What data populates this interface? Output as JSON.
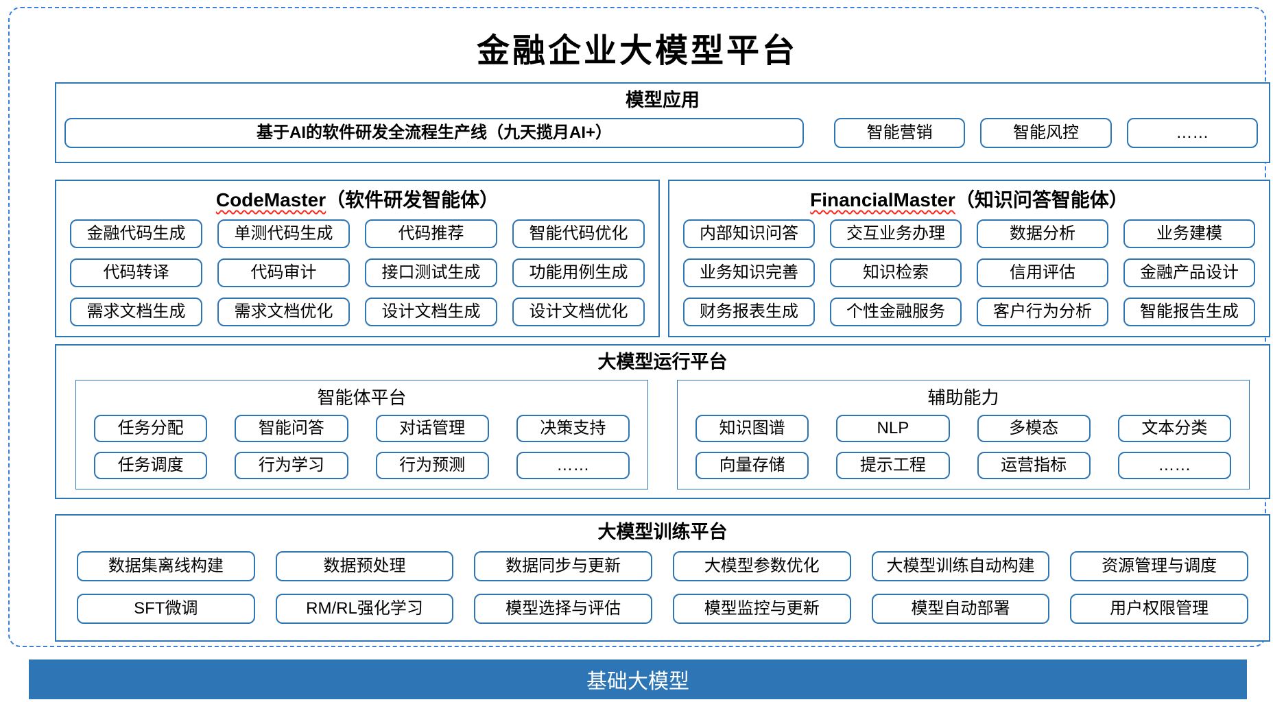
{
  "title": "金融企业大模型平台",
  "colors": {
    "box_border_blue": "#2e75b6",
    "dashed_frame_blue": "#3b7dd8",
    "spellcheck_underline_red": "#ff2a1e",
    "base_bar_bg": "#2e75b6",
    "base_bar_text": "#ffffff"
  },
  "sections": {
    "model_app": {
      "header": "模型应用",
      "main_item": "基于AI的软件研发全流程生产线（九天揽月AI+）",
      "items": [
        "智能营销",
        "智能风控",
        "……"
      ]
    },
    "agents": [
      {
        "name_en": "CodeMaster",
        "name_cn": "（软件研发智能体）",
        "rows": [
          [
            "金融代码生成",
            "单测代码生成",
            "代码推荐",
            "智能代码优化"
          ],
          [
            "代码转译",
            "代码审计",
            "接口测试生成",
            "功能用例生成"
          ],
          [
            "需求文档生成",
            "需求文档优化",
            "设计文档生成",
            "设计文档优化"
          ]
        ]
      },
      {
        "name_en": "FinancialMaster",
        "name_cn": "（知识问答智能体）",
        "rows": [
          [
            "内部知识问答",
            "交互业务办理",
            "数据分析",
            "业务建模"
          ],
          [
            "业务知识完善",
            "知识检索",
            "信用评估",
            "金融产品设计"
          ],
          [
            "财务报表生成",
            "个性金融服务",
            "客户行为分析",
            "智能报告生成"
          ]
        ]
      }
    ],
    "runtime": {
      "header": "大模型运行平台",
      "panels": [
        {
          "header": "智能体平台",
          "rows": [
            [
              "任务分配",
              "智能问答",
              "对话管理",
              "决策支持"
            ],
            [
              "任务调度",
              "行为学习",
              "行为预测",
              "……"
            ]
          ]
        },
        {
          "header": "辅助能力",
          "rows": [
            [
              "知识图谱",
              "NLP",
              "多模态",
              "文本分类"
            ],
            [
              "向量存储",
              "提示工程",
              "运营指标",
              "……"
            ]
          ]
        }
      ]
    },
    "training": {
      "header": "大模型训练平台",
      "rows": [
        [
          "数据集离线构建",
          "数据预处理",
          "数据同步与更新",
          "大模型参数优化",
          "大模型训练自动构建",
          "资源管理与调度"
        ],
        [
          "SFT微调",
          "RM/RL强化学习",
          "模型选择与评估",
          "模型监控与更新",
          "模型自动部署",
          "用户权限管理"
        ]
      ]
    },
    "base": {
      "label": "基础大模型"
    }
  }
}
